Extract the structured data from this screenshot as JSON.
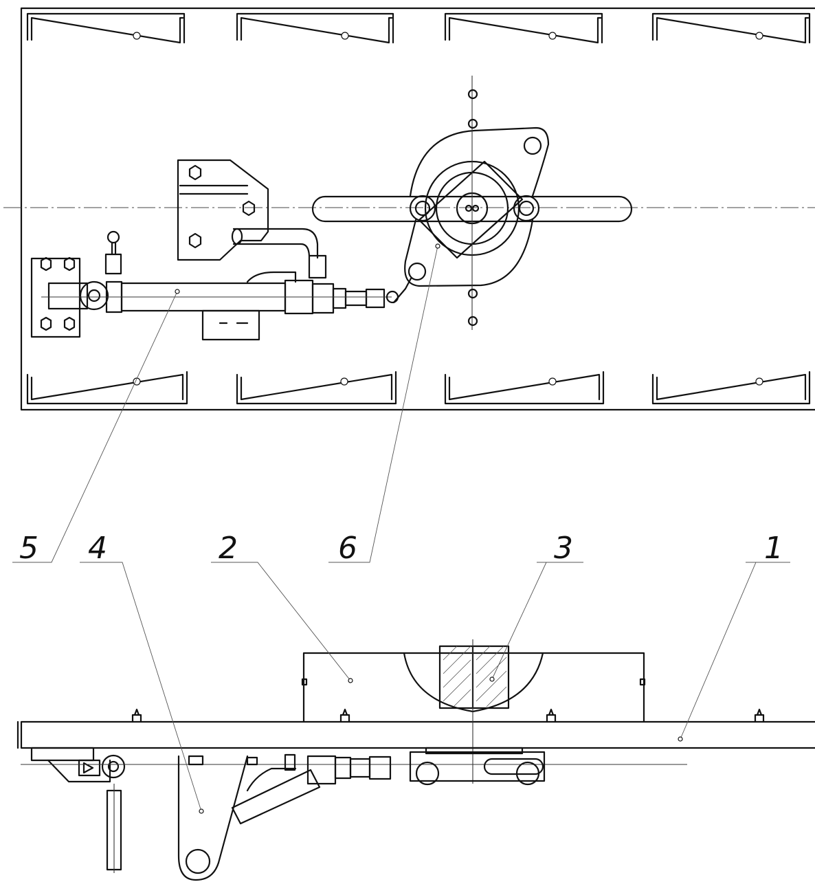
{
  "callouts": [
    {
      "id": "5",
      "label": "5"
    },
    {
      "id": "4",
      "label": "4"
    },
    {
      "id": "2",
      "label": "2"
    },
    {
      "id": "6",
      "label": "6"
    },
    {
      "id": "3",
      "label": "3"
    },
    {
      "id": "1",
      "label": "1"
    }
  ],
  "colors": {
    "line": "#111111",
    "background": "#ffffff"
  }
}
